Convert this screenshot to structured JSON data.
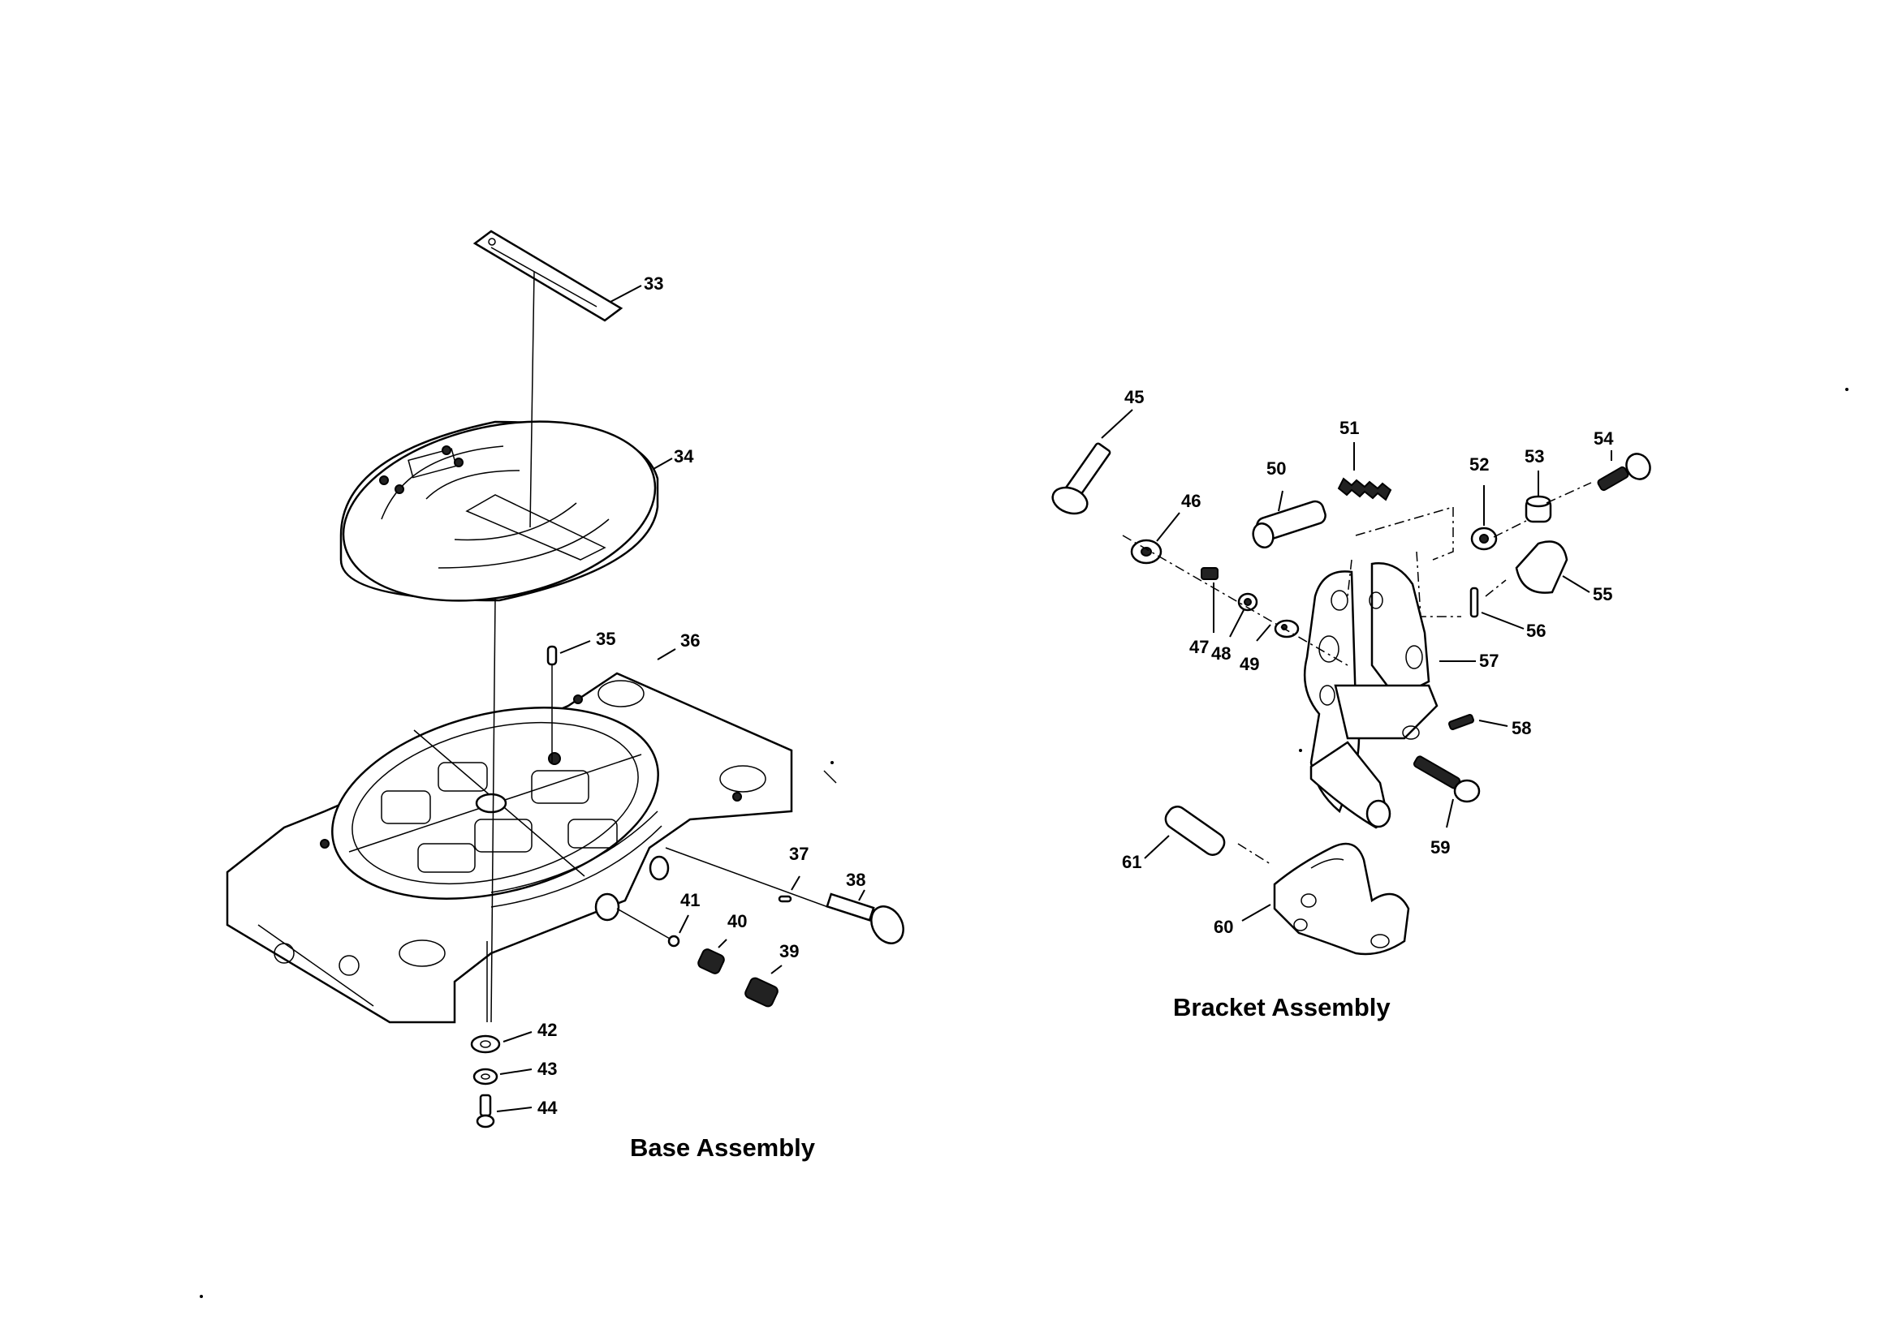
{
  "base_assembly": {
    "title": "Base Assembly",
    "callouts": [
      "33",
      "34",
      "35",
      "36",
      "37",
      "38",
      "39",
      "40",
      "41",
      "42",
      "43",
      "44"
    ]
  },
  "bracket_assembly": {
    "title": "Bracket Assembly",
    "callouts": [
      "45",
      "46",
      "47",
      "48",
      "49",
      "50",
      "51",
      "52",
      "53",
      "54",
      "55",
      "56",
      "57",
      "58",
      "59",
      "60",
      "61"
    ]
  }
}
